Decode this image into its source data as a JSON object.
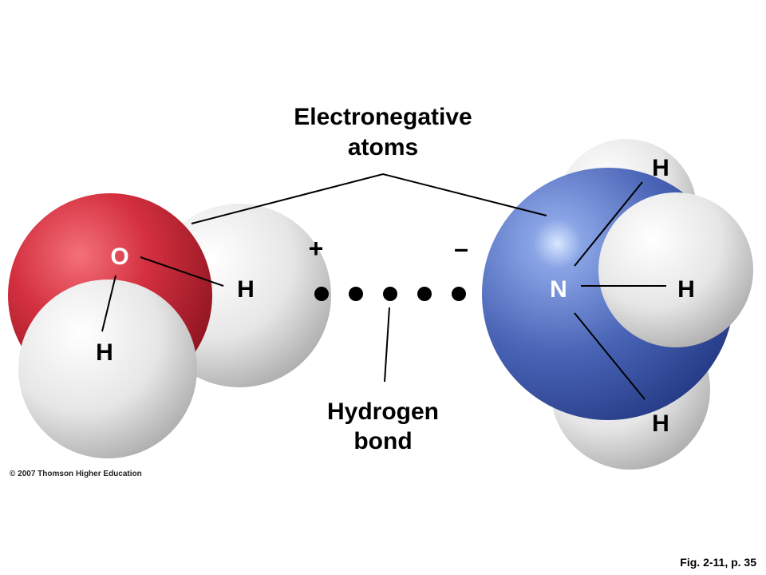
{
  "labels": {
    "electronegative_line1": "Electronegative",
    "electronegative_line2": "atoms",
    "hydrogen_bond_line1": "Hydrogen",
    "hydrogen_bond_line2": "bond",
    "plus": "+",
    "minus": "–"
  },
  "water": {
    "oxygen": "O",
    "hydrogen_a": "H",
    "hydrogen_b": "H"
  },
  "ammonia": {
    "nitrogen": "N",
    "hydrogen_top": "H",
    "hydrogen_right": "H",
    "hydrogen_bottom": "H"
  },
  "footer": {
    "copyright": "© 2007 Thomson Higher Education",
    "figure_ref": "Fig. 2-11, p. 35"
  },
  "colors": {
    "oxygen": "#d0303e",
    "nitrogen": "#4a63b5",
    "hydrogen": "#e6e6e6"
  }
}
